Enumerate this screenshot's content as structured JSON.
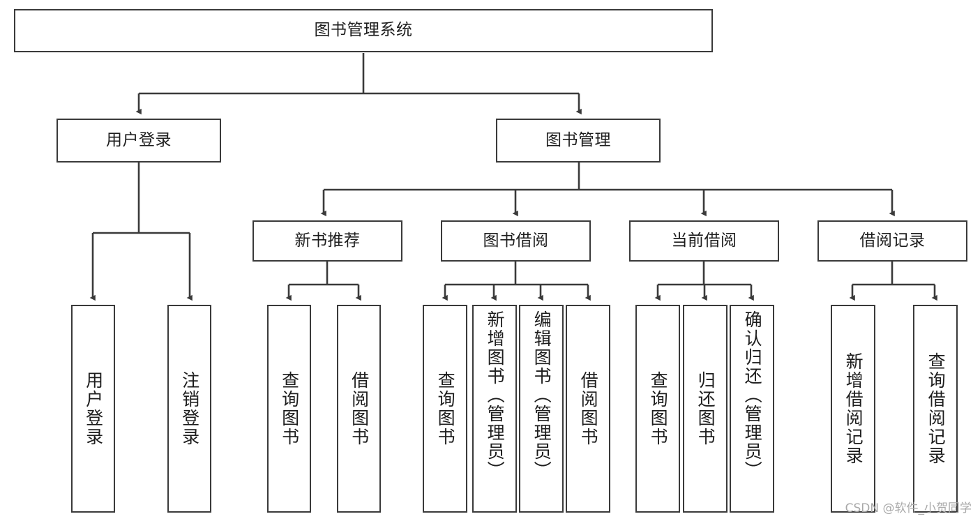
{
  "diagram": {
    "title": "图书管理系统",
    "type": "tree-hierarchy-chart",
    "stroke_color": "#3a3a3a",
    "background_color": "#ffffff",
    "text_color": "#1d1d1d"
  },
  "nodes": {
    "root": {
      "label": "图书管理系统"
    },
    "level2": [
      {
        "label": "用户登录"
      },
      {
        "label": "图书管理"
      }
    ],
    "level3": [
      {
        "label": "新书推荐"
      },
      {
        "label": "图书借阅"
      },
      {
        "label": "当前借阅"
      },
      {
        "label": "借阅记录"
      }
    ],
    "leaves": {
      "user_login": [
        {
          "label": "用户登录"
        },
        {
          "label": "注销登录"
        }
      ],
      "new_book": [
        {
          "label": "查询图书"
        },
        {
          "label": "借阅图书"
        }
      ],
      "book_borrow": [
        {
          "label": "查询图书"
        },
        {
          "label": "新增图书（管理员）"
        },
        {
          "label": "编辑图书（管理员）"
        },
        {
          "label": "借阅图书"
        }
      ],
      "current_borrow": [
        {
          "label": "查询图书"
        },
        {
          "label": "归还图书"
        },
        {
          "label": "确认归还（管理员）"
        }
      ],
      "borrow_record": [
        {
          "label": "新增借阅记录"
        },
        {
          "label": "查询借阅记录"
        }
      ]
    }
  },
  "watermark": {
    "text": "CSDN @软件_小贺同学"
  }
}
